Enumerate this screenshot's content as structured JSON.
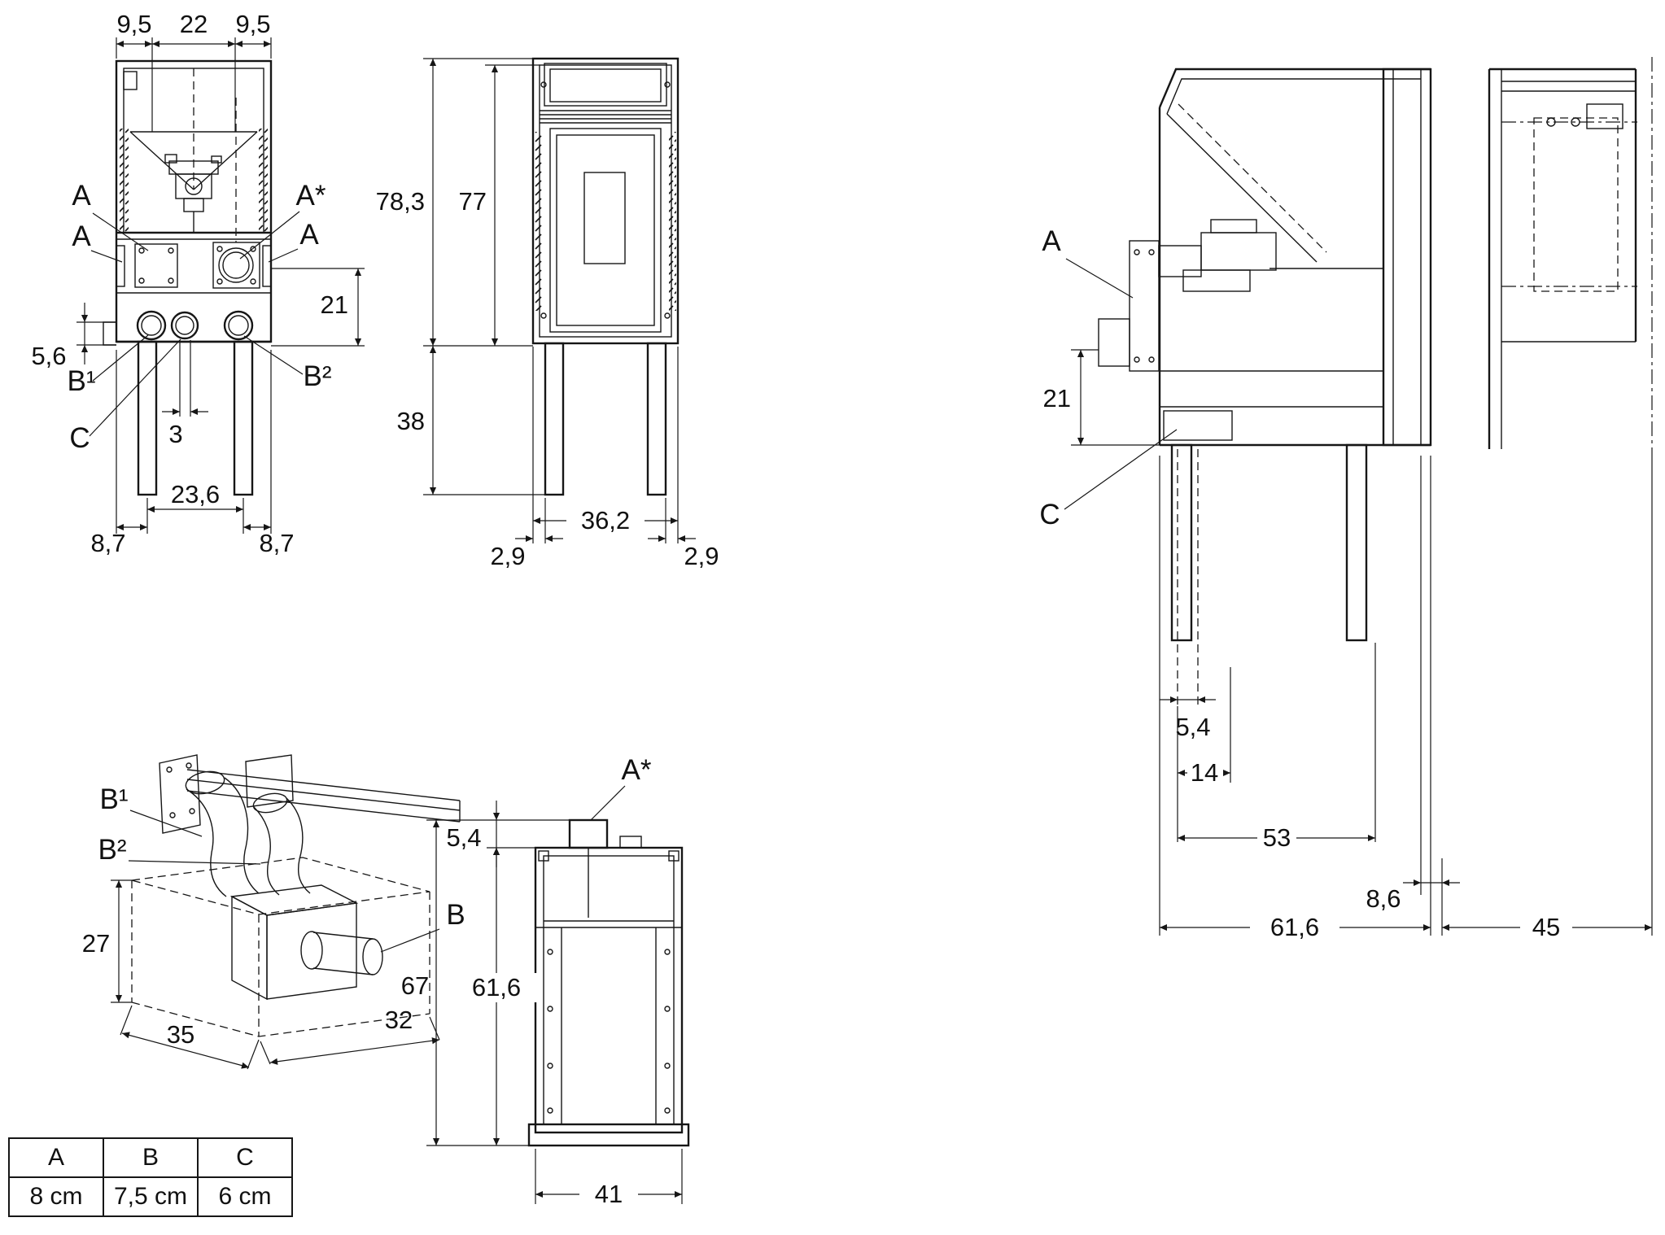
{
  "drawing": {
    "rear_view": {
      "dims": {
        "top_left": "9,5",
        "top_mid": "22",
        "top_right": "9,5",
        "ledge": "5,6",
        "flue": "21",
        "gap": "3",
        "leg_span": "23,6",
        "leg_left": "8,7",
        "leg_right": "8,7"
      },
      "labels": {
        "a_top": "A",
        "a_left": "A",
        "a_star": "A*",
        "a_right": "A",
        "b1": "B¹",
        "b2": "B²",
        "c": "C"
      }
    },
    "front_view": {
      "dims": {
        "height_total": "78,3",
        "height_body": "77",
        "leg_height": "38",
        "width": "36,2",
        "offset_left": "2,9",
        "offset_right": "2,9"
      }
    },
    "side_view": {
      "labels": {
        "a": "A",
        "c": "C"
      },
      "dims": {
        "flue": "21",
        "back": "5,4",
        "auger": "14",
        "leg_depth": "53",
        "front_gap": "8,6",
        "depth": "61,6",
        "wall": "45"
      }
    },
    "detail_view": {
      "labels": {
        "b1": "B¹",
        "b2": "B²",
        "b": "B"
      },
      "dims": {
        "height": "27",
        "width": "35",
        "depth": "32"
      }
    },
    "top_view": {
      "labels": {
        "a_star": "A*"
      },
      "dims": {
        "stub": "5,4",
        "total": "67",
        "body": "61,6",
        "width": "41"
      }
    }
  },
  "table": {
    "headers": [
      "A",
      "B",
      "C"
    ],
    "values": [
      "8 cm",
      "7,5 cm",
      "6 cm"
    ]
  }
}
